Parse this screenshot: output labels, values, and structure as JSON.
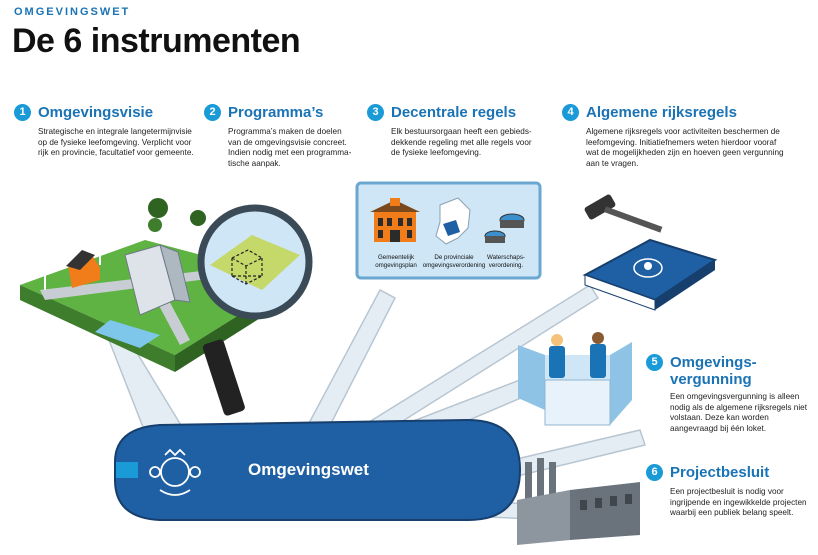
{
  "header": {
    "kicker": "OMGEVINGSWET",
    "title": "De 6 instrumenten"
  },
  "instruments": [
    {
      "number": "1",
      "title": "Omgevingsvisie",
      "description_lines": [
        "Strategische en integrale langetermijnvisie",
        "op de fysieke leefomgeving. Verplicht voor",
        "rijk en provincie, facultatief voor gemeente."
      ]
    },
    {
      "number": "2",
      "title": "Programma’s",
      "description_lines": [
        "Programma’s maken de doelen",
        "van de omgevingsvisie concreet.",
        "Indien nodig met een programma-",
        "tische aanpak."
      ]
    },
    {
      "number": "3",
      "title": "Decentrale regels",
      "description_lines": [
        "Elk bestuursorgaan heeft een gebieds-",
        "dekkende regeling met alle regels voor",
        "de fysieke leefomgeving."
      ]
    },
    {
      "number": "4",
      "title": "Algemene rijksregels",
      "description_lines": [
        "Algemene rijksregels voor activiteiten beschermen de",
        "leefomgeving. Initiatiefnemers weten hierdoor vooraf",
        "wat de mogelijkheden zijn en hoeven geen vergunning",
        "aan te vragen."
      ]
    },
    {
      "number": "5",
      "title_lines": [
        "Omgevings-",
        "vergunning"
      ],
      "description_lines": [
        "Een omgevingsvergunning is alleen",
        "nodig als de algemene rijksregels niet",
        "volstaan. Deze kan worden",
        "aangevraagd bij één loket."
      ]
    },
    {
      "number": "6",
      "title": "Projectbesluit",
      "description_lines": [
        "Een projectbesluit is nodig voor",
        "ingrijpende en ingewikkelde projecten",
        "waarbij een publiek belang speelt."
      ]
    }
  ],
  "decentral_tiles": [
    {
      "label_lines": [
        "Gemeentelijk",
        "omgevingsplan"
      ]
    },
    {
      "label_lines": [
        "De provinciale",
        "omgevingsverordening"
      ]
    },
    {
      "label_lines": [
        "Waterschaps-",
        "verordening."
      ]
    }
  ],
  "knife": {
    "label": "Omgevingswet"
  },
  "icons": [
    "landscape-icon",
    "magnifier-icon",
    "town-hall-icon",
    "netherlands-map-icon",
    "water-treatment-icon",
    "law-book-icon",
    "gavel-icon",
    "permit-desk-icon",
    "factory-icon",
    "royal-crest-icon"
  ],
  "colors": {
    "accent": "#1a73b5",
    "badge": "#1a9bd7",
    "knife": "#1f5fa3",
    "light_panel": "#cfe6f6",
    "grass": "#5fb342",
    "road": "#b9c0c6"
  }
}
